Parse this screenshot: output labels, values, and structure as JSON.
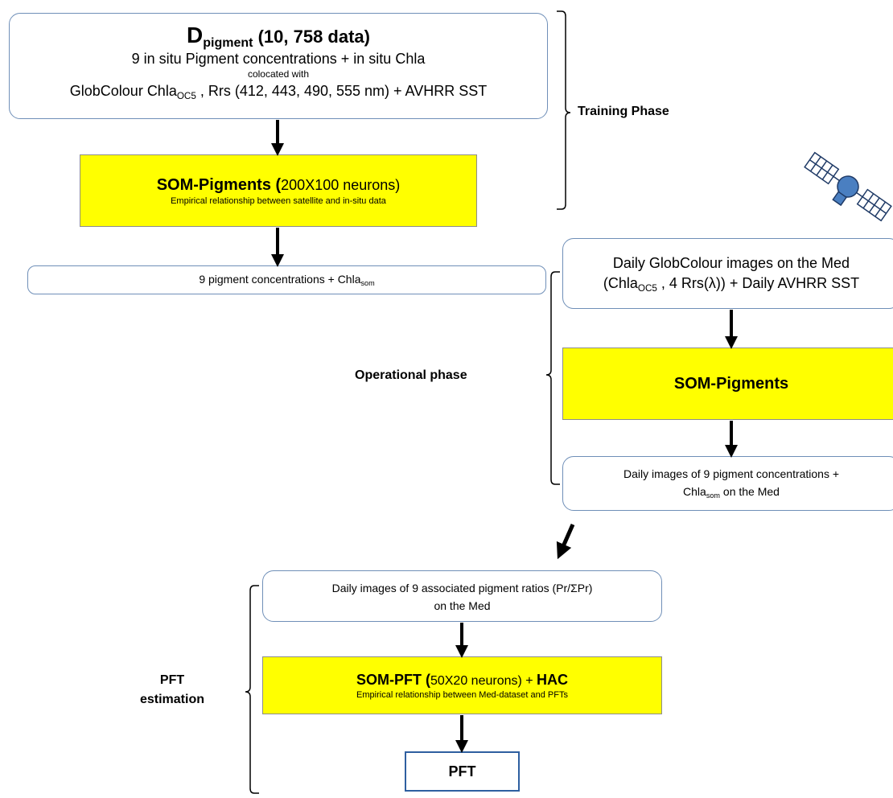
{
  "training_phase": {
    "label": "Training Phase",
    "dataset_box": {
      "title_main": "D",
      "title_sub": "pigment",
      "title_rest": " (10, 758 data)",
      "line1": "9 in situ Pigment concentrations + in situ  Chla",
      "line2": "colocated with",
      "line3_a": "GlobColour Chla",
      "line3_sub": "OC5",
      "line3_b": " , Rrs (412, 443, 490, 555 nm)  + AVHRR SST"
    },
    "som_box": {
      "title_bold": "SOM-Pigments  (",
      "title_normal": "200X100 neurons)",
      "subtitle": "Empirical relationship between satellite and in-situ data"
    }
  },
  "output_box": {
    "text": "9 pigment  concentrations + Chla",
    "sub": "som"
  },
  "operational_phase": {
    "label": "Operational phase",
    "input_box": {
      "line1": "Daily GlobColour images on the Med",
      "line2_a": "(Chla",
      "line2_sub": "OC5",
      "line2_b": " , 4 Rrs(λ))  + Daily AVHRR SST"
    },
    "som_box": {
      "title": "SOM-Pigments"
    },
    "output_box": {
      "line1": "Daily images of 9 pigment concentrations +",
      "line2_a": "Chla",
      "line2_sub": "som",
      "line2_b": "  on the Med"
    }
  },
  "pft_estimation": {
    "label_line1": "PFT",
    "label_line2": "estimation",
    "ratios_box": {
      "line1": "Daily images  of  9 associated pigment  ratios  (Pr/ΣPr)",
      "line2": "on the Med"
    },
    "som_box": {
      "title_bold": "SOM-PFT  (",
      "title_normal": "50X20 neurons) + ",
      "title_bold2": "HAC",
      "subtitle": "Empirical relationship between Med-dataset and PFTs"
    },
    "result_box": {
      "text": "PFT"
    }
  },
  "icons": {
    "satellite": "satellite-icon"
  }
}
